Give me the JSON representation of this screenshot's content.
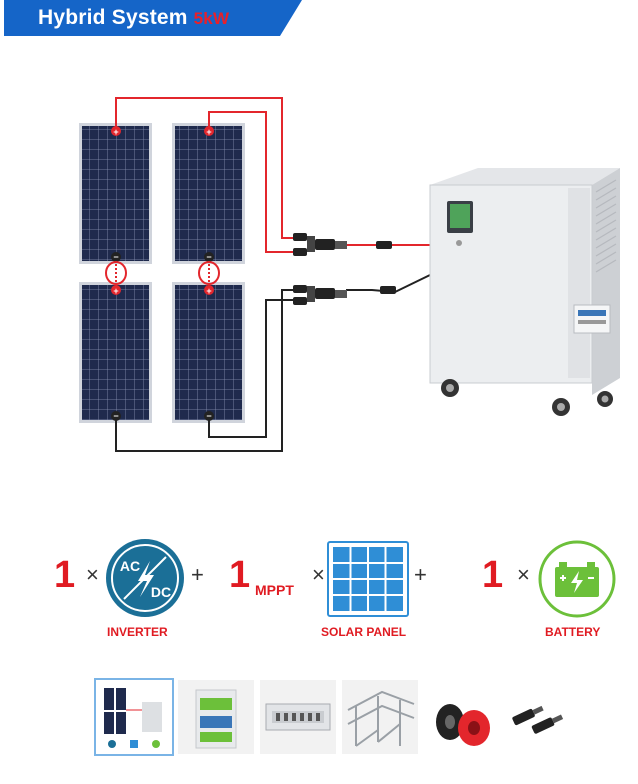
{
  "banner": {
    "title": "Hybrid System",
    "power": "5kW"
  },
  "colors": {
    "banner_blue": "#1565c8",
    "accent_red": "#e01b22",
    "wire_red": "#e3262c",
    "wire_black": "#222222",
    "panel_navy": "#1f2a4d",
    "icon_teal": "#1b6f97",
    "battery_green": "#6cc03a",
    "panel_blue": "#2f8ed6"
  },
  "formula": {
    "inverter": {
      "count": "1",
      "times": "×",
      "caption": "INVERTER",
      "icon": "ac-dc-icon",
      "icon_text_top": "AC",
      "icon_text_bottom": "DC"
    },
    "plus_1": "+",
    "solar": {
      "count": "1",
      "unit": "MPPT",
      "times": "×",
      "caption": "SOLAR PANEL",
      "icon": "solar-panel-icon"
    },
    "plus_2": "+",
    "battery": {
      "count": "1",
      "times": "×",
      "caption": "BATTERY",
      "icon": "battery-icon"
    }
  },
  "diagram": {
    "plus_sign": "+",
    "minus_sign": "−"
  },
  "thumbnails": [
    {
      "name": "system-diagram"
    },
    {
      "name": "inverter-battery-unit"
    },
    {
      "name": "combiner-box"
    },
    {
      "name": "mounting-rack"
    },
    {
      "name": "pv-cable"
    },
    {
      "name": "mc4-connectors"
    }
  ]
}
